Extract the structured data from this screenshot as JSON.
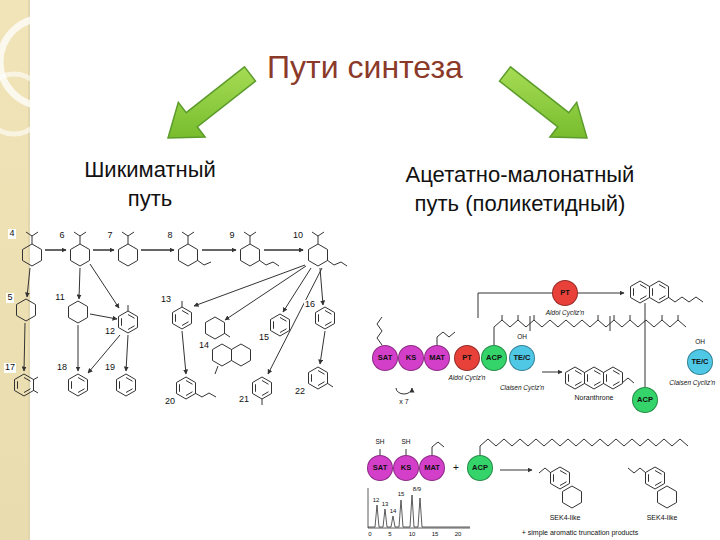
{
  "diagram": {
    "title": "Пути синтеза",
    "nodes": [
      {
        "text": [
          "PT"
        ]
      },
      {
        "text": [
          "SAT"
        ]
      },
      {
        "text": [
          "KS"
        ]
      },
      {
        "text": [
          "MAT"
        ]
      },
      {
        "text": [
          "PT"
        ]
      },
      {
        "text": [
          "ACP"
        ]
      },
      {
        "text": [
          "TE/C"
        ]
      },
      {
        "text": [
          "TE/C"
        ]
      },
      {
        "text": [
          "ACP"
        ]
      },
      {
        "text": [
          "SAT"
        ]
      },
      {
        "text": [
          "KS"
        ]
      },
      {
        "text": [
          "MAT"
        ]
      },
      {
        "text": [
          "ACP"
        ]
      }
    ],
    "labels": [
      "Шикиматный путь",
      "Ацетатно-малонатный путь (поликетидный)",
      "4",
      "6",
      "7",
      "8",
      "9",
      "10",
      "5",
      "11",
      "12",
      "13",
      "14",
      "15",
      "16",
      "17",
      "18",
      "19",
      "20",
      "21",
      "22",
      "Aldol Cycliz'n",
      "Aldol Cyclz'n",
      "Claisen Cyclz'n",
      "Claisen Cycliz'n",
      "Noranthrone",
      "x 7",
      "OH",
      "OH",
      "SH",
      "SH",
      "+",
      "SEK4-like",
      "SEK4-like",
      "12",
      "13",
      "14",
      "15",
      "8/9",
      "0",
      "5",
      "10",
      "15",
      "20",
      "+ simple aromatic truncation products"
    ]
  }
}
